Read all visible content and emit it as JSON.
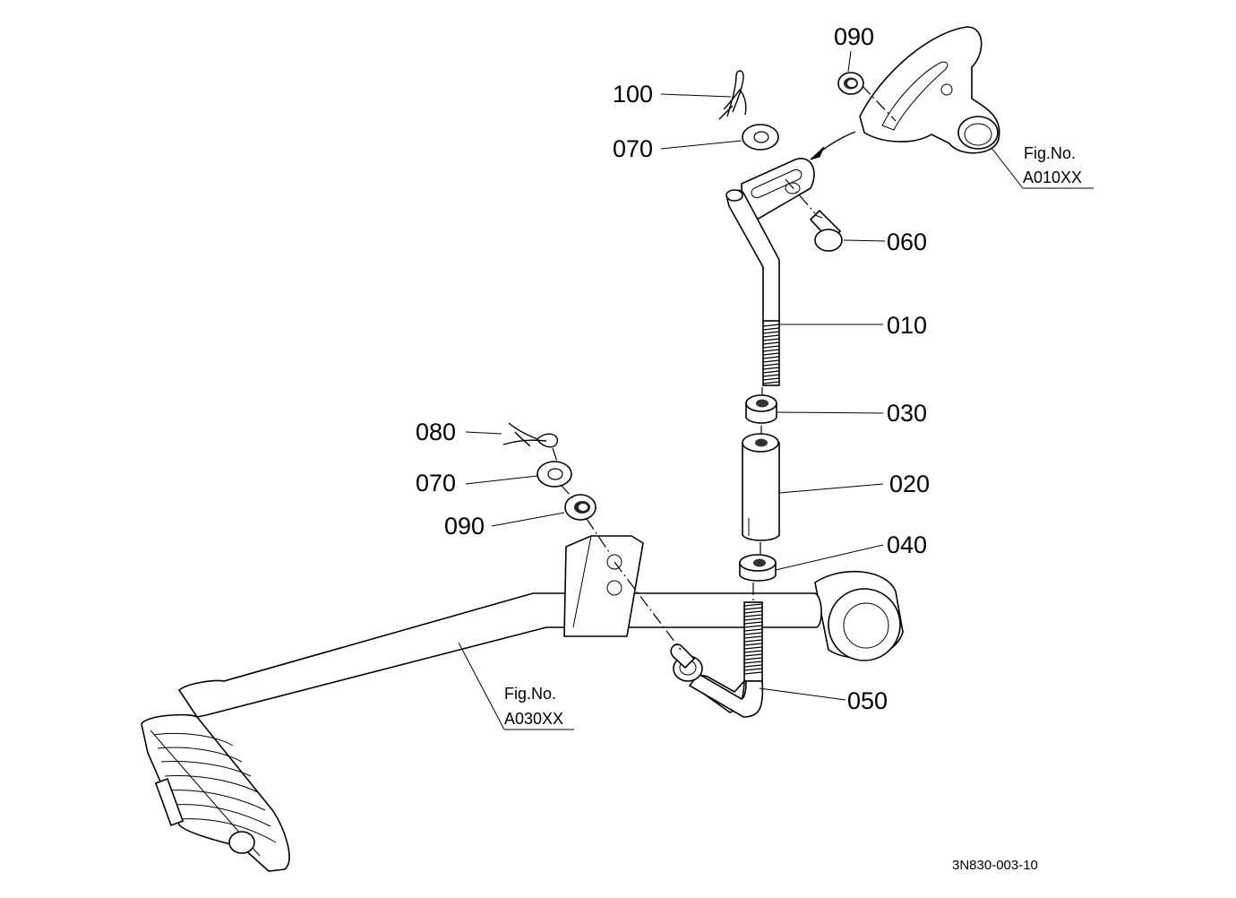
{
  "labels": {
    "p100": "100",
    "p070a": "070",
    "p090a": "090",
    "p060": "060",
    "p010": "010",
    "p030": "030",
    "p020": "020",
    "p040": "040",
    "p050": "050",
    "p080": "080",
    "p070b": "070",
    "p090b": "090"
  },
  "refs": {
    "top": {
      "line1": "Fig.No.",
      "line2": "A010XX"
    },
    "bottom": {
      "line1": "Fig.No.",
      "line2": "A030XX"
    }
  },
  "drawing_code": "3N830-003-10"
}
